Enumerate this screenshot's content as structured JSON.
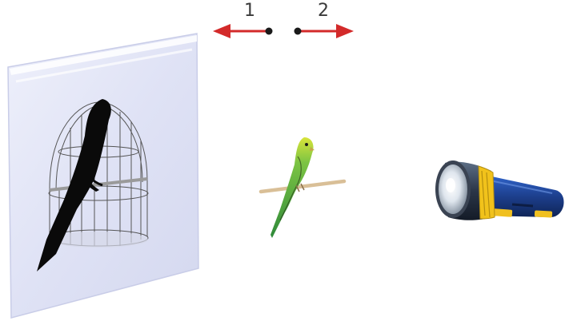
{
  "arrows": {
    "left": {
      "label": "1",
      "color": "#d32a2a"
    },
    "right": {
      "label": "2",
      "color": "#d32a2a"
    }
  },
  "objects": {
    "screen": {
      "icon": "screen-panel",
      "color": "#e2e5f6"
    },
    "shadow": {
      "icon": "bird-in-cage-shadow",
      "color": "#0a0a0a"
    },
    "parakeet": {
      "icon": "budgerigar-on-perch-icon"
    },
    "flashlight": {
      "icon": "flashlight-icon",
      "color": "#1f4aa8"
    }
  }
}
